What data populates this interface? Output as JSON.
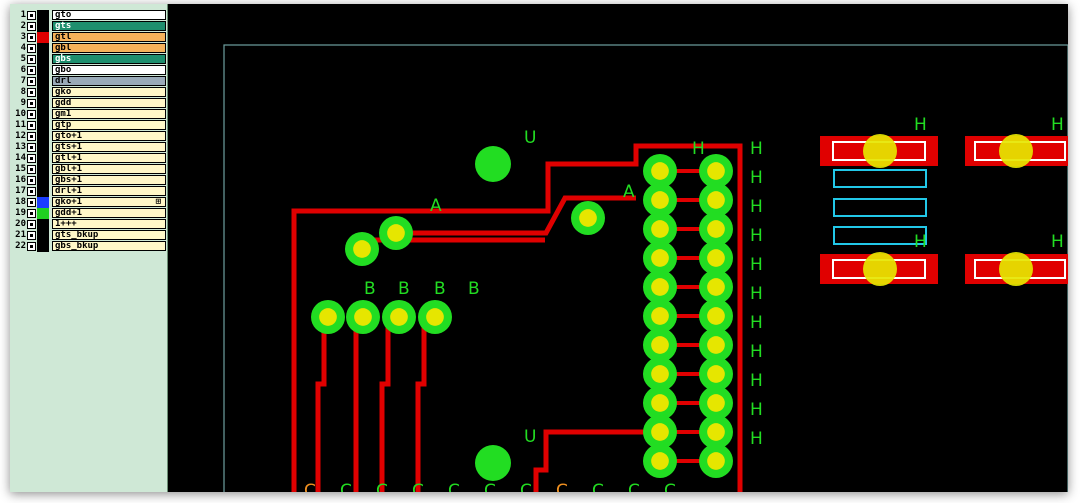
{
  "layers": [
    {
      "num": "1",
      "name": "gto",
      "color": "#ffffff",
      "swatch": "#000000"
    },
    {
      "num": "2",
      "name": "gts",
      "color": "#1e8f6e",
      "swatch": "#000000"
    },
    {
      "num": "3",
      "name": "gtl",
      "color": "#f5b25a",
      "swatch": "#e00000"
    },
    {
      "num": "4",
      "name": "gbl",
      "color": "#f5b25a",
      "swatch": "#000000"
    },
    {
      "num": "5",
      "name": "gbs",
      "color": "#1e8f6e",
      "swatch": "#000000"
    },
    {
      "num": "6",
      "name": "gbo",
      "color": "#ffffff",
      "swatch": "#000000"
    },
    {
      "num": "7",
      "name": "drl",
      "color": "#9aaab8",
      "swatch": "#000000"
    },
    {
      "num": "8",
      "name": "gko",
      "color": "#fff8c8",
      "swatch": "#000000"
    },
    {
      "num": "9",
      "name": "gdd",
      "color": "#fff8c8",
      "swatch": "#000000"
    },
    {
      "num": "10",
      "name": "gm1",
      "color": "#fff8c8",
      "swatch": "#000000"
    },
    {
      "num": "11",
      "name": "gtp",
      "color": "#fff8c8",
      "swatch": "#000000"
    },
    {
      "num": "12",
      "name": "gto+1",
      "color": "#fff8c8",
      "swatch": "#000000"
    },
    {
      "num": "13",
      "name": "gts+1",
      "color": "#fff8c8",
      "swatch": "#000000"
    },
    {
      "num": "14",
      "name": "gtl+1",
      "color": "#fff8c8",
      "swatch": "#000000"
    },
    {
      "num": "15",
      "name": "gbl+1",
      "color": "#fff8c8",
      "swatch": "#000000"
    },
    {
      "num": "16",
      "name": "gbs+1",
      "color": "#fff8c8",
      "swatch": "#000000"
    },
    {
      "num": "17",
      "name": "drl+1",
      "color": "#fff8c8",
      "swatch": "#000000"
    },
    {
      "num": "18",
      "name": "gko+1",
      "color": "#fff8c8",
      "swatch": "#1a3cff",
      "plus": "⊞"
    },
    {
      "num": "19",
      "name": "gdd+1",
      "color": "#fff8c8",
      "swatch": "#20d020"
    },
    {
      "num": "20",
      "name": "1+++",
      "color": "#fff8c8",
      "swatch": "#000000"
    },
    {
      "num": "21",
      "name": "gts_bkup",
      "color": "#fff8c8",
      "swatch": "#000000"
    },
    {
      "num": "22",
      "name": "gbs_bkup",
      "color": "#fff8c8",
      "swatch": "#000000"
    }
  ],
  "labels": {
    "u_top": "U",
    "u_bottom": "U",
    "a_left": "A",
    "a_right": "A",
    "b1": "B",
    "b2": "B",
    "b3": "B",
    "b4": "B",
    "h": "H",
    "c": "C"
  },
  "colors": {
    "trace": "#e00000",
    "pad": "#22dd22",
    "hole": "#e6e600",
    "outline": "#6fa0a0",
    "smd_fill": "#e00000",
    "smd_line": "#ffffff",
    "cyan": "#22c8e8",
    "text_green": "#22dd22",
    "text_orange": "#f09020"
  }
}
